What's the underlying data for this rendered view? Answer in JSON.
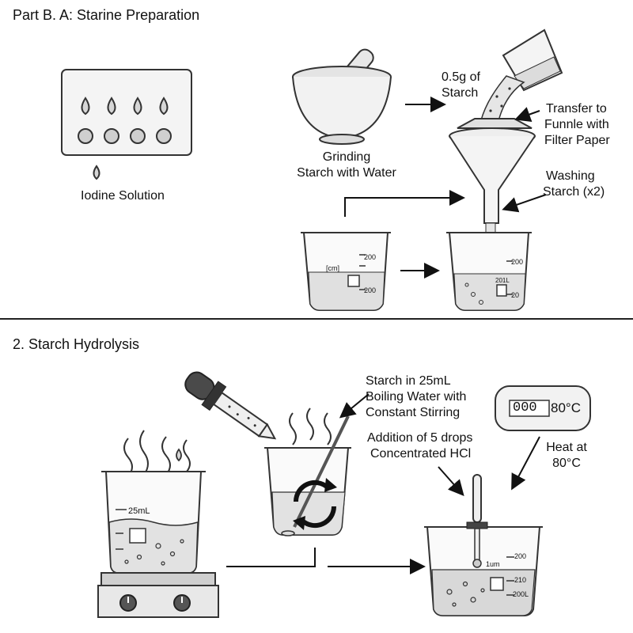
{
  "part_a": {
    "title": "Part B. A: Starine Preparation",
    "iodine_label": "Iodine Solution",
    "grinding_label": [
      "Grinding",
      "Starch with Water"
    ],
    "starch_amount_label": [
      "0.5g of",
      "Starch"
    ],
    "transfer_label": [
      "Transfer to",
      "Funnle with",
      "Filter Paper"
    ],
    "washing_label": [
      "Washing",
      "Starch (x2)"
    ],
    "beaker_left_marks": [
      "200",
      "[cm]",
      "200"
    ],
    "beaker_right_marks": [
      "200",
      "201L",
      "20"
    ]
  },
  "part_b": {
    "title": "2. Starch Hydrolysis",
    "beaker_volume_label": "25mL",
    "starch_boiling_label": [
      "Starch in 25mL",
      "Boiling Water with",
      "Constant Stirring"
    ],
    "hcl_label": [
      "Addition of 5 drops",
      "Concentrated HCl"
    ],
    "thermometer_display": "000",
    "thermometer_unit": "80°C",
    "heat_label": [
      "Heat at",
      "80°C"
    ],
    "final_beaker_marks": [
      "200",
      "1um",
      "210",
      "200L"
    ]
  }
}
